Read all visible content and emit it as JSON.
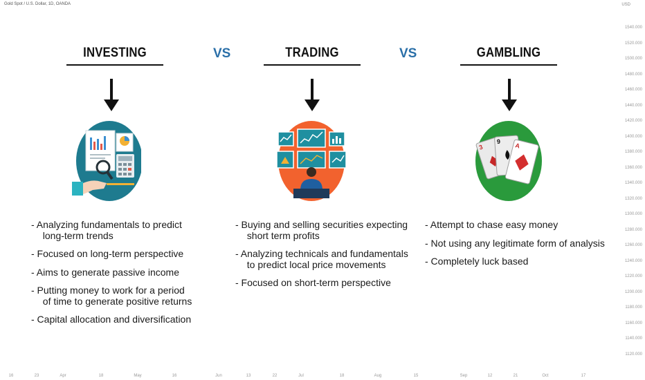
{
  "chart_data": {
    "type": "line",
    "title": "Gold Spot / U.S. Dollar, 1D, OANDA",
    "currency": "USD",
    "y_ticks": [
      "1540.000",
      "1520.000",
      "1500.000",
      "1480.000",
      "1460.000",
      "1440.000",
      "1420.000",
      "1400.000",
      "1380.000",
      "1360.000",
      "1340.000",
      "1320.000",
      "1300.000",
      "1280.000",
      "1260.000",
      "1240.000",
      "1220.000",
      "1200.000",
      "1180.000",
      "1160.000",
      "1140.000",
      "1120.000"
    ],
    "x_ticks": [
      "16",
      "23",
      "Apr",
      "18",
      "May",
      "16",
      "Jun",
      "13",
      "22",
      "Jul",
      "18",
      "Aug",
      "15",
      "Sep",
      "12",
      "21",
      "Oct",
      "17"
    ],
    "ylim": [
      1120,
      1540
    ],
    "series": []
  },
  "columns": [
    {
      "heading": "INVESTING",
      "icon": "investing-analysis-icon",
      "circle_color": "#1e7b8f",
      "bullets": [
        "- Analyzing fundamentals to predict\n  long-term trends",
        "- Focused on long-term perspective",
        "- Aims to generate passive income",
        "- Putting money to work for a period\n  of time to generate positive returns",
        "- Capital allocation and diversification"
      ]
    },
    {
      "heading": "TRADING",
      "icon": "trading-monitors-icon",
      "circle_color": "#f2622e",
      "bullets": [
        "- Buying and selling securities expecting\n  short term profits",
        "- Analyzing technicals and fundamentals\n  to predict local price movements",
        "- Focused on short-term perspective"
      ]
    },
    {
      "heading": "GAMBLING",
      "icon": "playing-cards-icon",
      "circle_color": "#2a9a3c",
      "bullets": [
        "- Attempt to chase easy money",
        "- Not using any legitimate form of analysis",
        "- Completely luck based"
      ]
    }
  ],
  "vs_labels": [
    "VS",
    "VS"
  ],
  "cards": {
    "left": "3",
    "middle": "9",
    "right": "A"
  },
  "colors": {
    "vs": "#2a6fa8",
    "text": "#111111",
    "axis_text": "#999999"
  }
}
